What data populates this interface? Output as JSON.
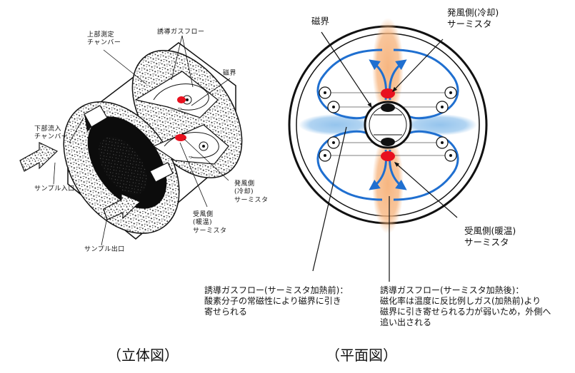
{
  "iso": {
    "upper_chamber": "上部測定\nチャンバー",
    "induced_flow": "誘導ガスフロー",
    "lower_chamber": "下部流入\nチャンバー",
    "magnetic_field": "磁界",
    "sample_in": "サンプル入口",
    "sample_out": "サンプル出口",
    "cool_thermistor": "発風側\n(冷却)\nサーミスタ",
    "warm_thermistor": "受風側\n(暖温)\nサーミスタ"
  },
  "plan": {
    "magnetic_field": "磁界",
    "cool_thermistor": "発風側(冷却)\nサーミスタ",
    "warm_thermistor": "受風側(暖温)\nサーミスタ",
    "flow_before": "誘導ガスフロー(サーミスタ加熱前)：\n酸素分子の常磁性により磁界に引き\n寄せられる",
    "flow_after": "誘導ガスフロー(サーミスタ加熱後)：\n磁化率は温度に反比例しガス(加熱前)より\n磁界に引き寄せられる力が弱いため，外側へ\n追い出される"
  },
  "captions": {
    "iso": "（立体図）",
    "plan": "（平面図）"
  },
  "colors": {
    "flow_blue": "#1f6fd0",
    "warm_orange": "#f6b27a",
    "thermistor_red": "#e8101e",
    "mist_blue": "#8fc1ec"
  }
}
